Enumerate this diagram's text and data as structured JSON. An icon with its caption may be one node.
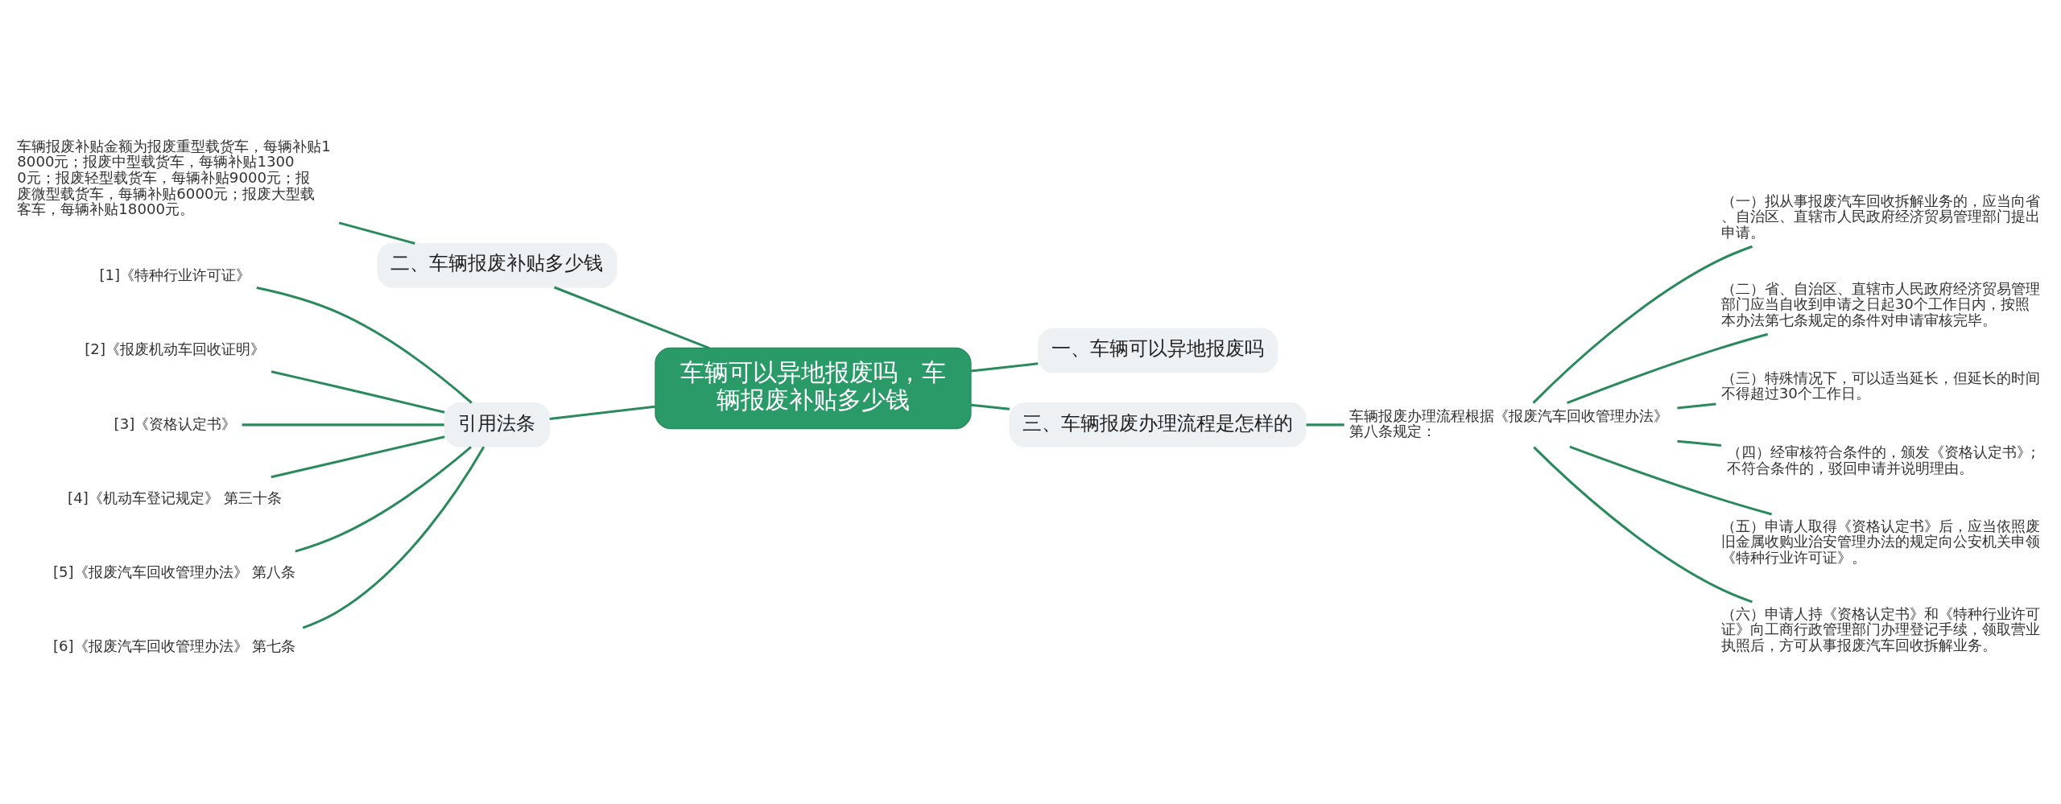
{
  "diagram": {
    "nodes": [
      {
        "text": [
          "车辆可以异地报废吗，车辆报废补贴多少钱"
        ]
      },
      {
        "text": [
          "一、车辆可以异地报废吗"
        ]
      },
      {
        "text": [
          "三、车辆报废办理流程是怎样的"
        ]
      },
      {
        "text": [
          "车辆报废办理流程根据《报废汽车回收管理办法》第八条规定："
        ]
      },
      {
        "text": [
          "（一）拟从事报废汽车回收拆解业务的，应当向省、自治区、直辖市人民政府经济贸易管理部门提出申请。"
        ]
      },
      {
        "text": [
          "（二）省、自治区、直辖市人民政府经济贸易管理部门应当自收到申请之日起30个工作日内，按照本办法第七条规定的条件对申请审核完毕。"
        ]
      },
      {
        "text": [
          "（三）特殊情况下，可以适当延长，但延长的时间不得超过30个工作日。"
        ]
      },
      {
        "text": [
          "（四）经审核符合条件的，颁发《资格认定书》;不符合条件的，驳回申请并说明理由。"
        ]
      },
      {
        "text": [
          "（五）申请人取得《资格认定书》后，应当依照废旧金属收购业治安管理办法的规定向公安机关申领《特种行业许可证》。"
        ]
      },
      {
        "text": [
          "（六）申请人持《资格认定书》和《特种行业许可证》向工商行政管理部门办理登记手续，领取营业执照后，方可从事报废汽车回收拆解业务。"
        ]
      },
      {
        "text": [
          "二、车辆报废补贴多少钱"
        ]
      },
      {
        "text": [
          "车辆报废补贴金额为报废重型载货车，每辆补贴18000元；报废中型载货车，每辆补贴13000元；报废轻型载货车，每辆补贴9000元；报废微型载货车，每辆补贴6000元；报废大型载客车，每辆补贴18000元。"
        ]
      },
      {
        "text": [
          "引用法条"
        ]
      },
      {
        "text": [
          "[1]《特种行业许可证》"
        ]
      },
      {
        "text": [
          "[2]《报废机动车回收证明》"
        ]
      },
      {
        "text": [
          "[3]《资格认定书》"
        ]
      },
      {
        "text": [
          "[4]《机动车登记规定》 第三十条"
        ]
      },
      {
        "text": [
          "[5]《报废汽车回收管理办法》 第八条"
        ]
      },
      {
        "text": [
          "[6]《报废汽车回收管理办法》 第七条"
        ]
      }
    ],
    "edges": [
      {
        "from": 0,
        "to": 1,
        "arrow": "none"
      },
      {
        "from": 0,
        "to": 2,
        "arrow": "none"
      },
      {
        "from": 2,
        "to": 3,
        "arrow": "none"
      },
      {
        "from": 3,
        "to": 4,
        "arrow": "none"
      },
      {
        "from": 3,
        "to": 5,
        "arrow": "none"
      },
      {
        "from": 3,
        "to": 6,
        "arrow": "none"
      },
      {
        "from": 3,
        "to": 7,
        "arrow": "none"
      },
      {
        "from": 3,
        "to": 8,
        "arrow": "none"
      },
      {
        "from": 3,
        "to": 9,
        "arrow": "none"
      },
      {
        "from": 10,
        "to": 0,
        "arrow": "none"
      },
      {
        "from": 11,
        "to": 10,
        "arrow": "none"
      },
      {
        "from": 12,
        "to": 0,
        "arrow": "none"
      },
      {
        "from": 13,
        "to": 12,
        "arrow": "none"
      },
      {
        "from": 14,
        "to": 12,
        "arrow": "none"
      },
      {
        "from": 15,
        "to": 12,
        "arrow": "none"
      },
      {
        "from": 16,
        "to": 12,
        "arrow": "none"
      },
      {
        "from": 17,
        "to": 12,
        "arrow": "none"
      },
      {
        "from": 18,
        "to": 12,
        "arrow": "none"
      }
    ]
  }
}
